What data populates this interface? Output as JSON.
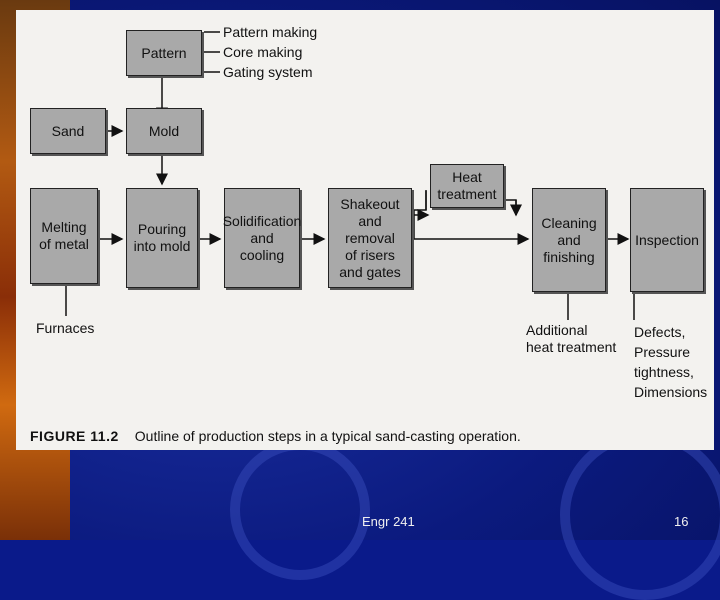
{
  "diagram": {
    "boxes": {
      "pattern": "Pattern",
      "sand": "Sand",
      "mold": "Mold",
      "melting": [
        "Melting",
        "of metal"
      ],
      "pouring": [
        "Pouring",
        "into mold"
      ],
      "solidification": [
        "Solidification",
        "and",
        "cooling"
      ],
      "shakeout": [
        "Shakeout",
        "and",
        "removal",
        "of risers",
        "and gates"
      ],
      "heat": [
        "Heat",
        "treatment"
      ],
      "cleaning": [
        "Cleaning",
        "and",
        "finishing"
      ],
      "inspection": "Inspection"
    },
    "labels": {
      "pattern_making": "Pattern making",
      "core_making": "Core making",
      "gating_system": "Gating system",
      "furnaces": "Furnaces",
      "additional_heat": [
        "Additional",
        "heat treatment"
      ],
      "defects": [
        "Defects,",
        "Pressure",
        "tightness,",
        "Dimensions"
      ]
    },
    "caption_label": "FIGURE 11.2",
    "caption_text": "Outline of production steps in a typical sand-casting operation."
  },
  "footer": {
    "course": "Engr 241",
    "page_number": "16"
  }
}
